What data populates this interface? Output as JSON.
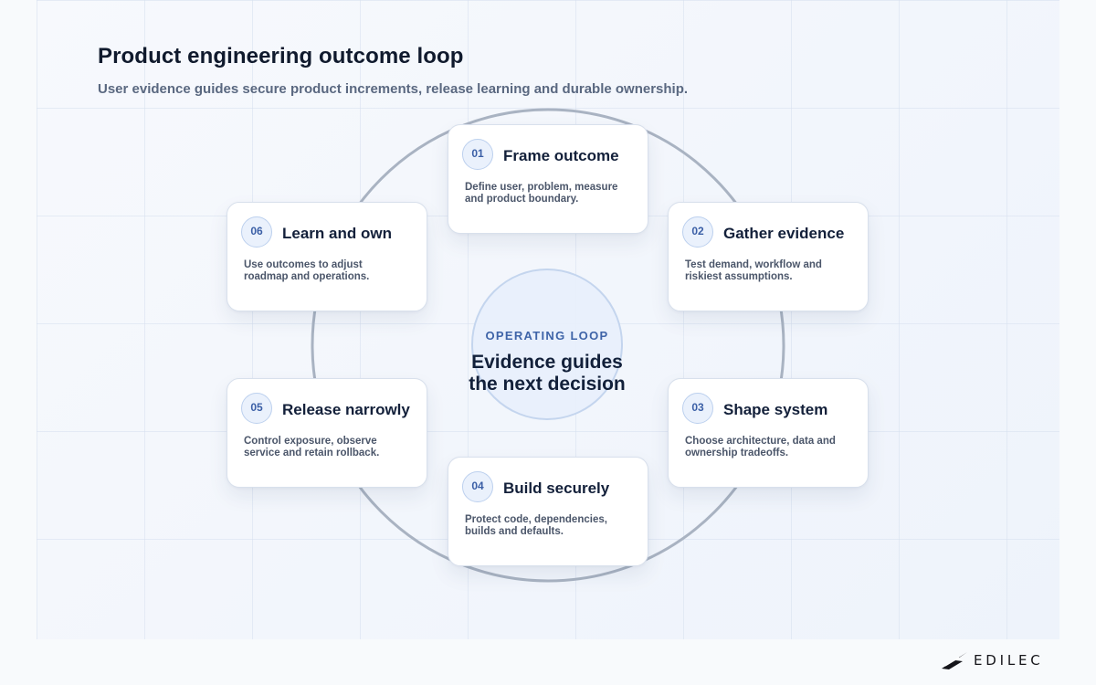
{
  "header": {
    "title": "Product engineering outcome loop",
    "subtitle": "User evidence guides secure product increments, release learning and durable ownership."
  },
  "hub": {
    "kicker": "OPERATING LOOP",
    "line_1": "Evidence guides",
    "line_2": "the next decision"
  },
  "steps": [
    {
      "number": "01",
      "title": "Frame outcome",
      "description": "Define user, problem, measure and product boundary."
    },
    {
      "number": "02",
      "title": "Gather evidence",
      "description": "Test demand, workflow and riskiest assumptions."
    },
    {
      "number": "03",
      "title": "Shape system",
      "description": "Choose architecture, data and ownership tradeoffs."
    },
    {
      "number": "04",
      "title": "Build securely",
      "description": "Protect code, dependencies, builds and defaults."
    },
    {
      "number": "05",
      "title": "Release narrowly",
      "description": "Control exposure, observe service and retain rollback."
    },
    {
      "number": "06",
      "title": "Learn and own",
      "description": "Use outcomes to adjust roadmap and operations."
    }
  ],
  "brand": {
    "name": "EDILEC",
    "logo_icon": "edilec-wing-icon"
  },
  "colors": {
    "accent": "#3f64a8",
    "ring": "#a9b3c2",
    "heading": "#101a2d",
    "muted": "#5a6880"
  }
}
